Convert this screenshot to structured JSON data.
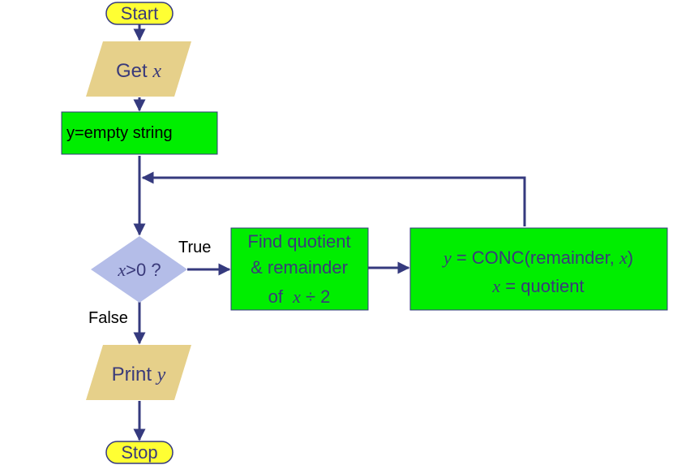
{
  "colors": {
    "terminal_fill": "#ffff33",
    "io_fill": "#e6d08a",
    "process_fill": "#00ee00",
    "decision_fill": "#b4bde8",
    "connector": "#353a7e",
    "box_text": "#3a3a7a",
    "label_text": "#000000"
  },
  "nodes": {
    "start": {
      "label": "Start"
    },
    "get_x": {
      "label": "Get ",
      "var": "x"
    },
    "init_y": {
      "label": "y=empty string"
    },
    "decision": {
      "var": "x",
      "label": ">0 ?"
    },
    "find_qr": {
      "line1": "Find quotient",
      "line2": "& remainder",
      "line3_prefix": "of ",
      "line3_var": "x",
      "line3_suffix": " ÷ 2"
    },
    "update": {
      "l1_var": "y",
      "l1_mid": " = CONC(remainder, ",
      "l1_var2": "x",
      "l1_end": ")",
      "l2_var": "x",
      "l2_text": " = quotient"
    },
    "print_y": {
      "label": "Print ",
      "var": "y"
    },
    "stop": {
      "label": "Stop"
    }
  },
  "edge_labels": {
    "true": "True",
    "false": "False"
  }
}
